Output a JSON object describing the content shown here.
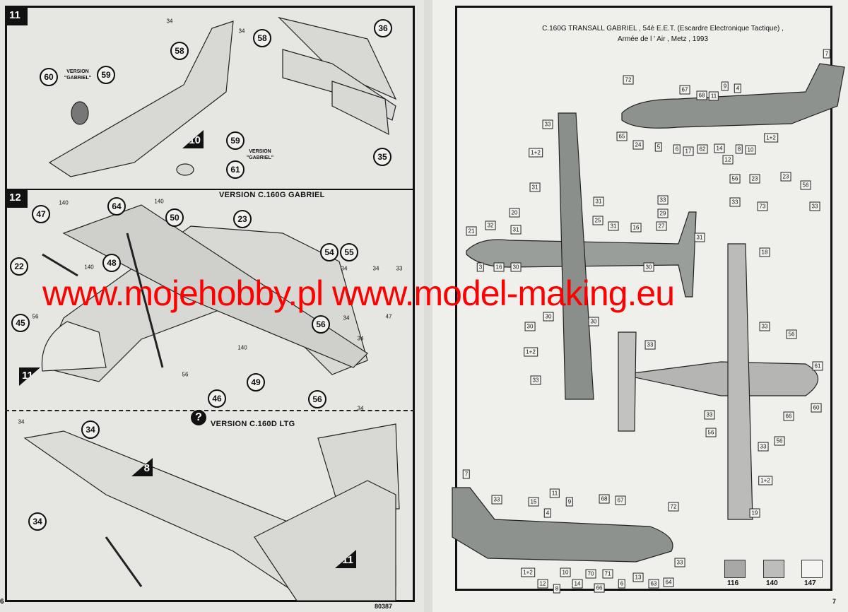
{
  "left_page": {
    "steps": [
      "11",
      "12",
      "10",
      "11",
      "8",
      "11"
    ],
    "header_gabriel": "VERSION  C.160G GABRIEL",
    "header_ltg": "VERSION  C.160D LTG",
    "help_icon": "question-icon",
    "version_gabriel_1": "VERSION \"GABRIEL\"",
    "version_gabriel_2": "VERSION \"GABRIEL\"",
    "callouts": [
      "58",
      "58",
      "36",
      "60",
      "59",
      "59",
      "35",
      "61",
      "64",
      "47",
      "50",
      "23",
      "54",
      "55",
      "22",
      "48",
      "45",
      "56",
      "49",
      "46",
      "56",
      "34",
      "34"
    ],
    "small_parts": [
      "34",
      "34",
      "140",
      "140",
      "56",
      "140",
      "34",
      "33",
      "34",
      "47",
      "34",
      "140",
      "56",
      "34",
      "34",
      "34"
    ],
    "page_number": "6",
    "kit_number": "80387"
  },
  "right_page": {
    "title_line1": "C.160G TRANSALL GABRIEL , 54è E.E.T. (Escardre Electronique Tactique) ,",
    "title_line2": "Armée de l ' Air , Metz , 1993",
    "decal_labels": [
      "7",
      "72",
      "67",
      "68",
      "11",
      "9",
      "4",
      "65",
      "24",
      "5",
      "6",
      "17",
      "62",
      "14",
      "8",
      "10",
      "12",
      "1+2",
      "33",
      "1+2",
      "31",
      "31",
      "20",
      "25",
      "21",
      "32",
      "31",
      "31",
      "16",
      "27",
      "29",
      "33",
      "31",
      "3",
      "16",
      "30",
      "30",
      "30",
      "23",
      "56",
      "56",
      "23",
      "33",
      "73",
      "33",
      "18",
      "33",
      "30",
      "30",
      "1+2",
      "33",
      "33",
      "56",
      "61",
      "60",
      "66",
      "33",
      "56",
      "33",
      "56",
      "1+2",
      "19",
      "7",
      "33",
      "15",
      "4",
      "11",
      "9",
      "68",
      "67",
      "72",
      "1+2",
      "12",
      "10",
      "8",
      "14",
      "70",
      "66",
      "71",
      "6",
      "13",
      "63",
      "64",
      "33"
    ],
    "color_swatches": [
      {
        "code": "116",
        "color": "#a8a8a6"
      },
      {
        "code": "140",
        "color": "#bdbdbb"
      },
      {
        "code": "147",
        "color": "#f4f4f2"
      }
    ],
    "page_number": "7"
  },
  "watermark": "www.mojehobby.pl www.model-making.eu"
}
